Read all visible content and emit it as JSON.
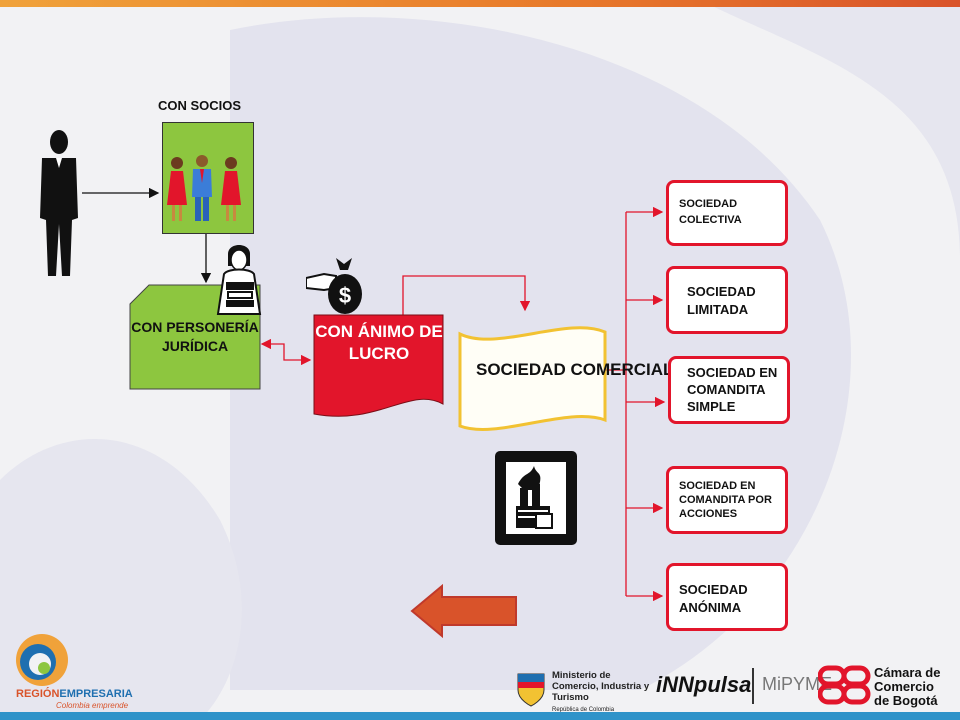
{
  "diagram": {
    "con_socios": "CON SOCIOS",
    "personeria": "CON PERSONERÍA JURÍDICA",
    "animo_lucro": "CON ÁNIMO DE LUCRO",
    "sociedad_comercial": "SOCIEDAD COMERCIAL",
    "types": [
      "SOCIEDAD COLECTIVA",
      "SOCIEDAD LIMITADA",
      "SOCIEDAD EN COMANDITA SIMPLE",
      "SOCIEDAD EN COMANDITA POR ACCIONES",
      "SOCIEDAD ANÓNIMA"
    ]
  },
  "footer": {
    "brand_region": "REGIÓN",
    "brand_empresaria": "EMPRESARIA",
    "brand_sub": "Colombia emprende",
    "ministerio": "Ministerio de Comercio, Industria y Turismo",
    "ministerio_sub": "República de Colombia",
    "innpulsa": "iNNpulsa",
    "mipyme": "MiPYME",
    "camara": "Cámara de Comercio de Bogotá"
  },
  "colors": {
    "accent_red": "#e2152b",
    "green": "#8dc63f",
    "arrow_orange": "#d9532a",
    "bar_blue": "#2f93c9"
  },
  "icons": [
    "person-icon",
    "partners-icon",
    "secretary-icon",
    "money-bag-icon",
    "factory-icon",
    "back-arrow-icon"
  ]
}
